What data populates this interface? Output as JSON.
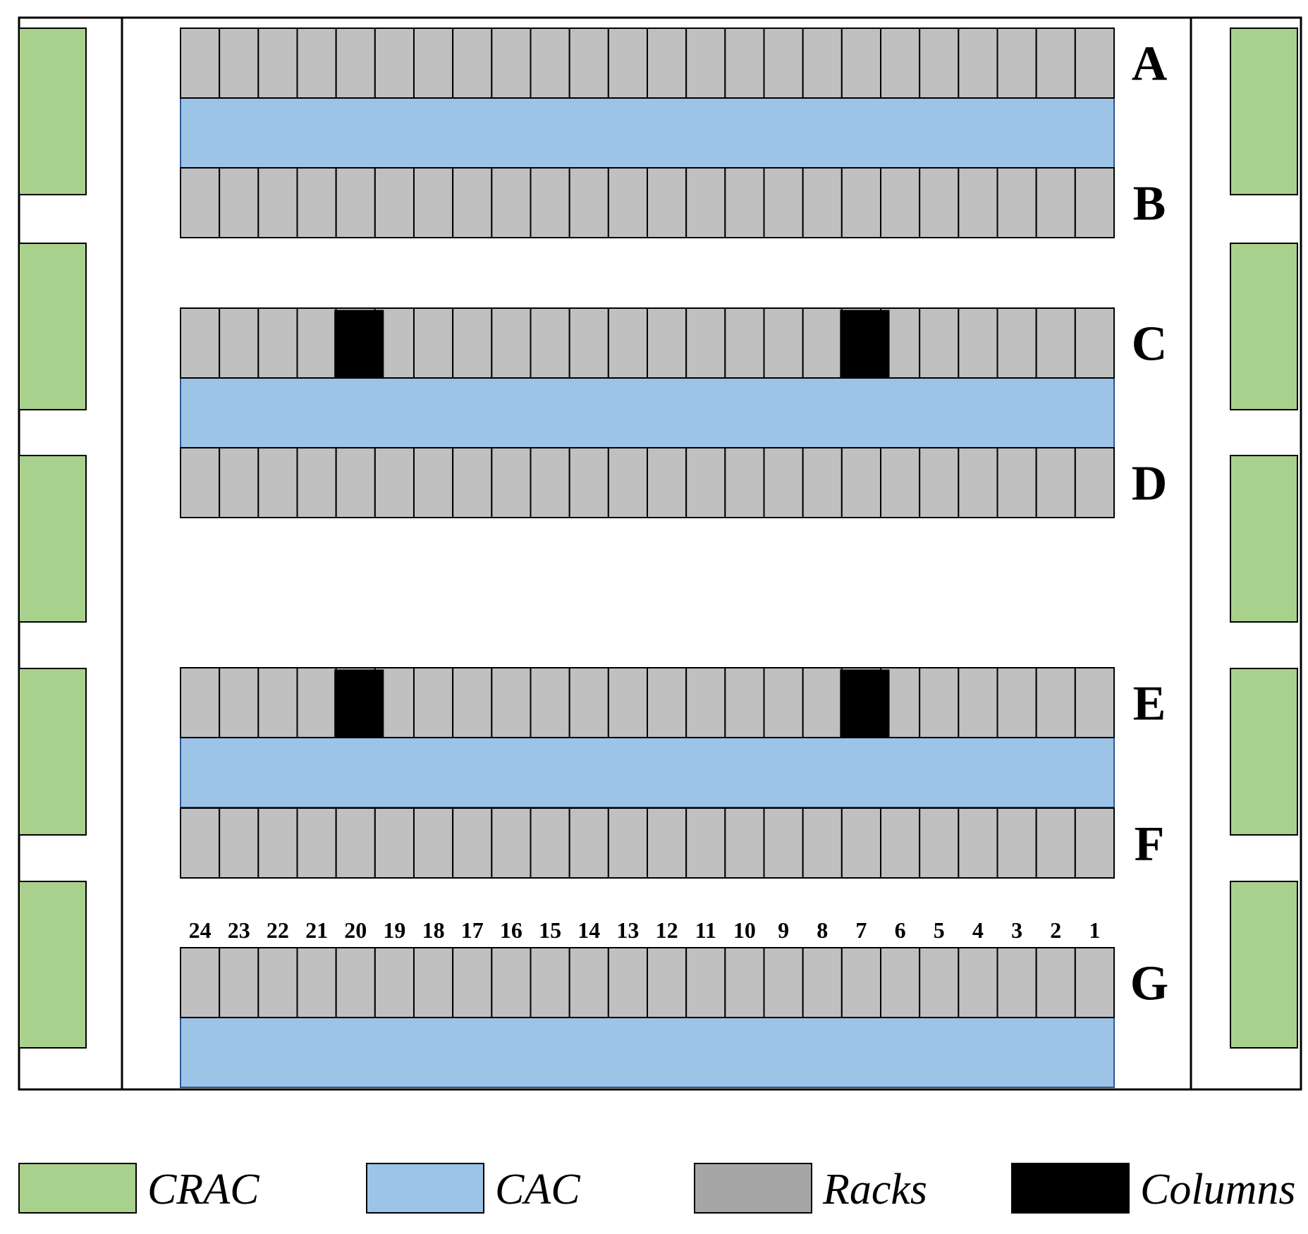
{
  "colors": {
    "crac": "#a9d18e",
    "cac": "#9dc3e6",
    "rack": "#c0c0c0",
    "column": "#000000",
    "outline": "#000000",
    "cac_border": "#2f5597",
    "legend_rack": "#a6a6a6"
  },
  "room": {
    "rack_rows": [
      {
        "id": "A",
        "label": "A",
        "rack_count": 24,
        "column_positions": []
      },
      {
        "id": "B",
        "label": "B",
        "rack_count": 24,
        "column_positions": []
      },
      {
        "id": "C",
        "label": "C",
        "rack_count": 24,
        "column_positions": [
          20,
          7
        ]
      },
      {
        "id": "D",
        "label": "D",
        "rack_count": 24,
        "column_positions": []
      },
      {
        "id": "E",
        "label": "E",
        "rack_count": 24,
        "column_positions": [
          20,
          7
        ]
      },
      {
        "id": "F",
        "label": "F",
        "rack_count": 24,
        "column_positions": []
      },
      {
        "id": "G",
        "label": "G",
        "rack_count": 24,
        "column_positions": []
      }
    ],
    "cac_aisles": [
      {
        "id": "cac-ab",
        "between": [
          "A",
          "B"
        ]
      },
      {
        "id": "cac-cd",
        "between": [
          "C",
          "D"
        ]
      },
      {
        "id": "cac-ef",
        "between": [
          "E",
          "F"
        ]
      },
      {
        "id": "cac-g",
        "between": [
          "G"
        ]
      }
    ],
    "crac_units": {
      "left_count": 5,
      "right_count": 5
    },
    "rack_numbers": [
      "24",
      "23",
      "22",
      "21",
      "20",
      "19",
      "18",
      "17",
      "16",
      "15",
      "14",
      "13",
      "12",
      "11",
      "10",
      "9",
      "8",
      "7",
      "6",
      "5",
      "4",
      "3",
      "2",
      "1"
    ]
  },
  "legend": [
    {
      "key": "crac",
      "label": "CRAC"
    },
    {
      "key": "cac",
      "label": "CAC"
    },
    {
      "key": "racks",
      "label": "Racks"
    },
    {
      "key": "columns",
      "label": "Columns"
    }
  ]
}
